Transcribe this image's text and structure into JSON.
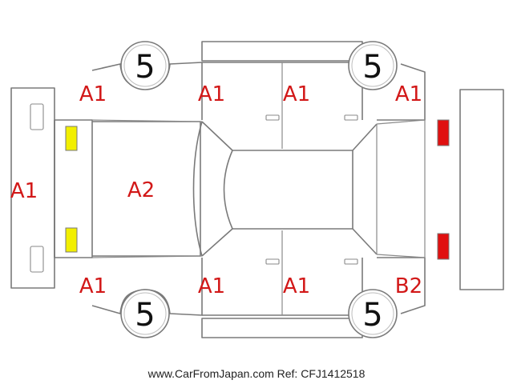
{
  "colors": {
    "code_text": "#d21818",
    "tire_text": "#111111",
    "headlight": "#f2ef00",
    "taillight": "#e01010",
    "outline": "#7a7a7a"
  },
  "tires": {
    "front_left": "5",
    "rear_left": "5",
    "front_right": "5",
    "rear_right": "5"
  },
  "codes": {
    "front_bumper": "A1",
    "hood": "A2",
    "left_front_fender": "A1",
    "left_front_door": "A1",
    "left_rear_door": "A1",
    "left_rear_fender": "A1",
    "right_front_fender": "A1",
    "right_front_door": "A1",
    "right_rear_door": "A1",
    "right_rear_fender": "B2"
  },
  "footer": {
    "text": "www.CarFromJapan.com Ref: CFJ1412518"
  }
}
